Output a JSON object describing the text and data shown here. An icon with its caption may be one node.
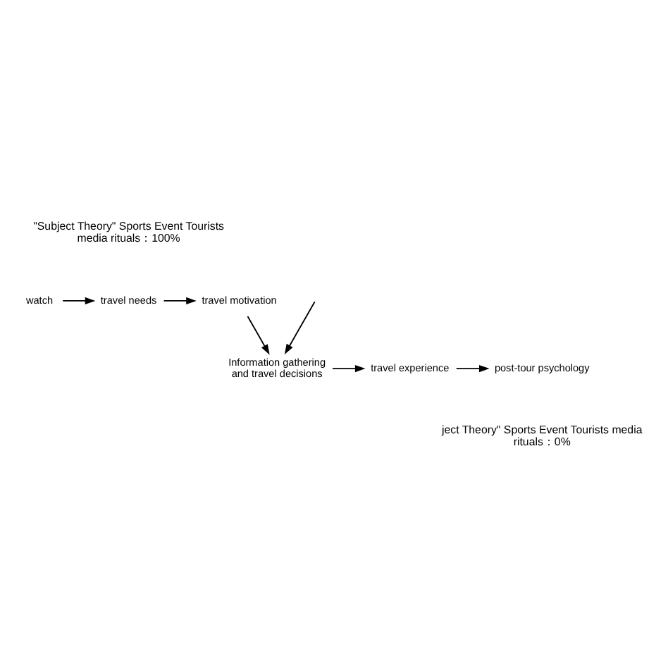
{
  "diagram": {
    "nodes": [
      {
        "text": [
          "watch"
        ]
      },
      {
        "text": [
          "travel needs"
        ]
      },
      {
        "text": [
          "travel motivation"
        ]
      },
      {
        "text": [
          "Information gathering and travel decisions"
        ]
      },
      {
        "text": [
          "travel experience"
        ]
      },
      {
        "text": [
          "post-tour psychology"
        ]
      }
    ],
    "edges": [
      {
        "from": 0,
        "to": 1,
        "arrow": "to"
      },
      {
        "from": 1,
        "to": 2,
        "arrow": "to"
      },
      {
        "from": 2,
        "to": 3,
        "arrow": "to"
      },
      {
        "from": 3,
        "to": 4,
        "arrow": "to"
      },
      {
        "from": 4,
        "to": 5,
        "arrow": "to"
      },
      {
        "from": null,
        "to": 3,
        "arrow": "to"
      }
    ],
    "labels": [
      "\"Subject Theory\" Sports Event Tourists media rituals：100%",
      "ject Theory\" Sports Event Tourists media rituals：0%"
    ]
  }
}
